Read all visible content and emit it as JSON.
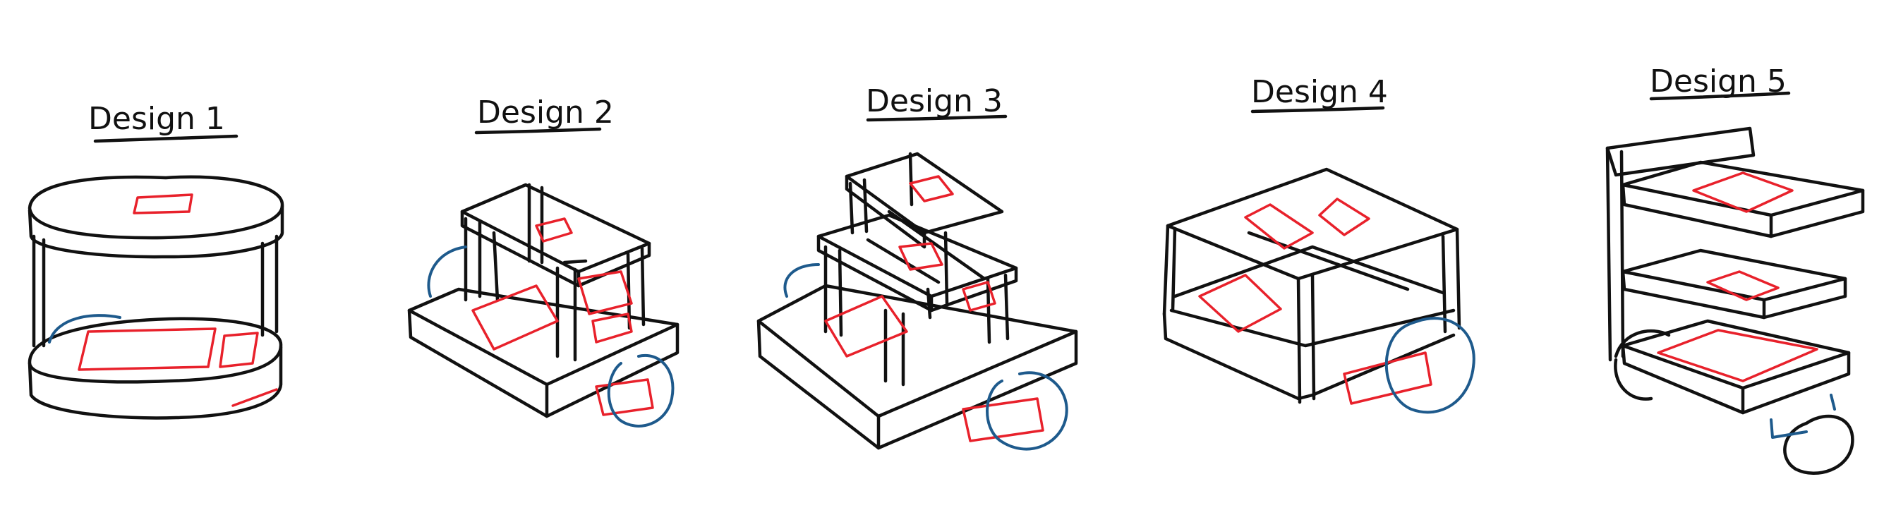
{
  "colors": {
    "ink": "#111111",
    "accent_red": "#e8212b",
    "accent_blue": "#1e5a8c",
    "background": "#ffffff"
  },
  "designs": [
    {
      "title": "Design 1"
    },
    {
      "title": "Design 2"
    },
    {
      "title": "Design 3"
    },
    {
      "title": "Design 4"
    },
    {
      "title": "Design 5"
    }
  ]
}
